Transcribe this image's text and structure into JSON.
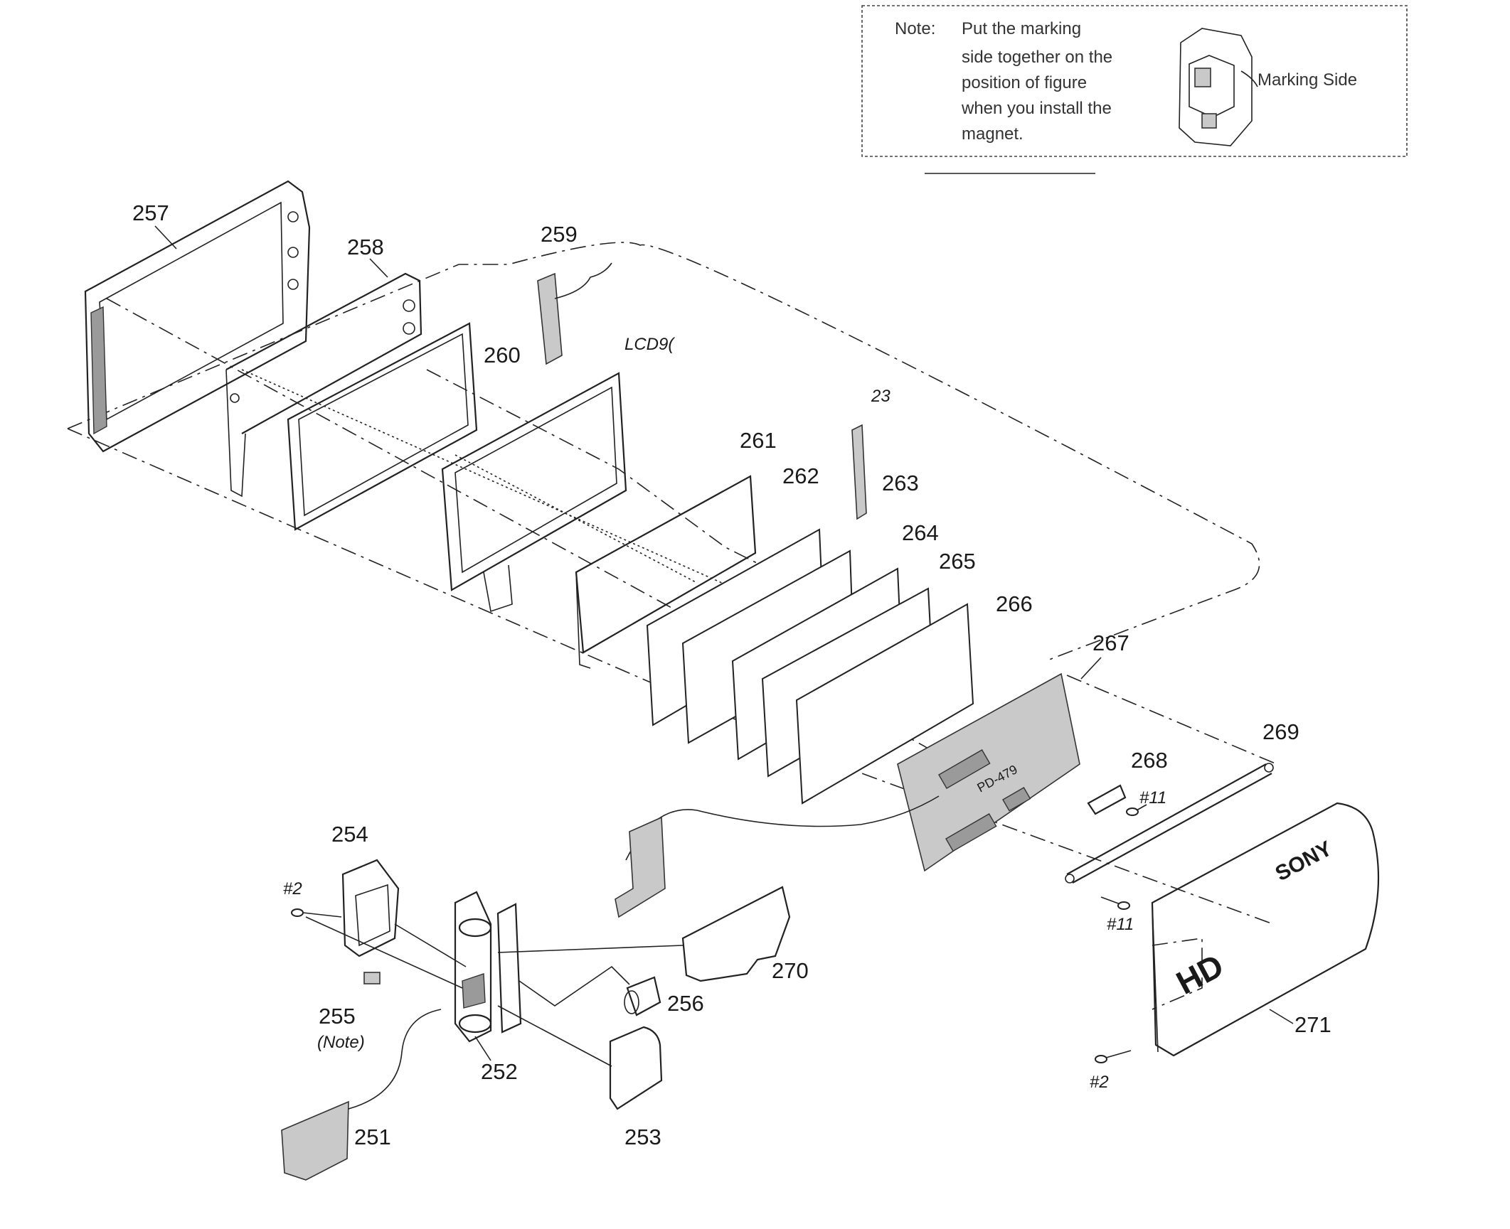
{
  "note": {
    "prefix": "Note:",
    "lines": [
      "Put the marking",
      "side together on the",
      "position of figure",
      "when you install the",
      "magnet."
    ],
    "figure_label": "Marking Side"
  },
  "parts": {
    "p251": "251",
    "p252": "252",
    "p253": "253",
    "p254": "254",
    "p255": "255",
    "p255_note": "(Note)",
    "p256": "256",
    "p257": "257",
    "p258": "258",
    "p259": "259",
    "p260": "260",
    "lcd": "LCD9(",
    "p261": "261",
    "p262": "262",
    "p263": "263",
    "p264": "264",
    "p265": "265",
    "p266": "266",
    "p267": "267",
    "p268": "268",
    "p269": "269",
    "p270": "270",
    "p271": "271",
    "p23": "23"
  },
  "screws": {
    "s11a": "#11",
    "s11b": "#11",
    "s2a": "#2",
    "s2b": "#2"
  },
  "board_marking": "PD-479",
  "brand_marking": "SONY",
  "hd_marking": "HD"
}
